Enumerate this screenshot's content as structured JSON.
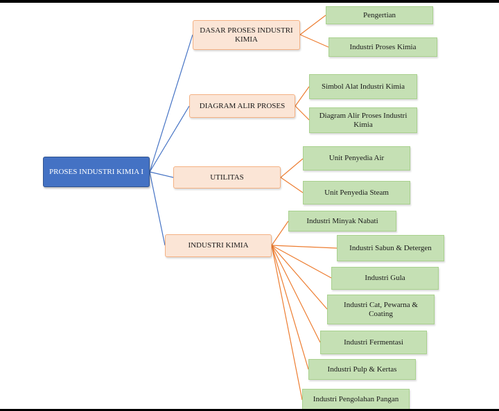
{
  "root": {
    "label": "PROSES INDUSTRI KIMIA I"
  },
  "categories": [
    {
      "label": "DASAR PROSES INDUSTRI KIMIA",
      "children": [
        "Pengertian",
        "Industri Proses Kimia"
      ]
    },
    {
      "label": "DIAGRAM ALIR PROSES",
      "children": [
        "Simbol Alat Industri Kimia",
        "Diagram Alir Proses Industri Kimia"
      ]
    },
    {
      "label": "UTILITAS",
      "children": [
        "Unit Penyedia Air",
        "Unit Penyedia Steam"
      ]
    },
    {
      "label": "INDUSTRI KIMIA",
      "children": [
        "Industri Minyak Nabati",
        "Industri Sabun & Detergen",
        "Industri Gula",
        "Industri Cat, Pewarna & Coating",
        "Industri Fermentasi",
        "Industri Pulp & Kertas",
        "Industri Pengolahan Pangan"
      ]
    }
  ],
  "colors": {
    "root_fill": "#4472c4",
    "category_fill": "#fbe5d6",
    "leaf_fill": "#c5e0b4",
    "root_link": "#4472c4",
    "leaf_link": "#ed7d31"
  }
}
